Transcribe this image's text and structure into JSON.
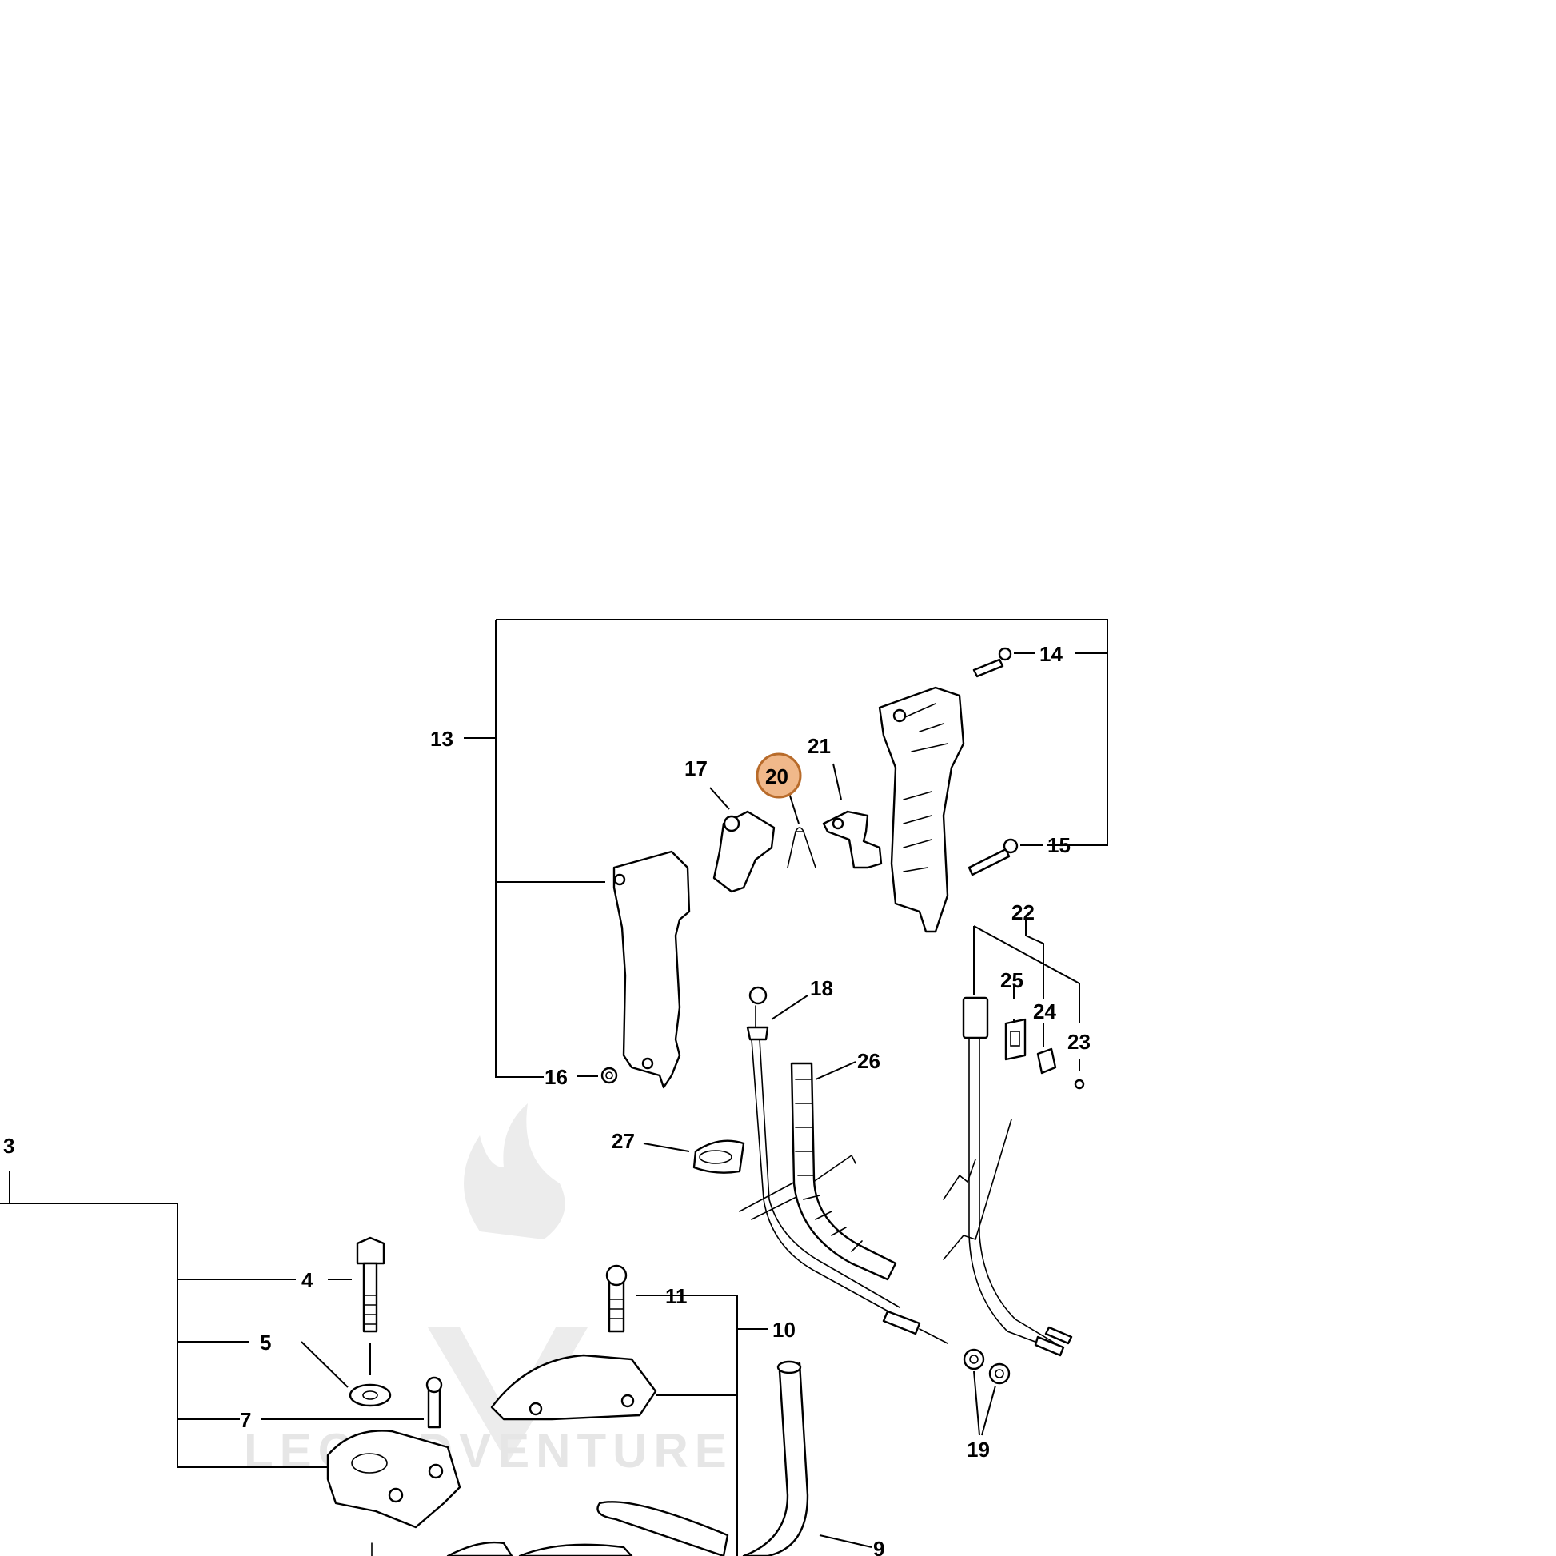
{
  "watermark": {
    "text": "LEC ADVENTURE",
    "color": "#e6e6e6"
  },
  "highlight": {
    "color": "#f0b88a",
    "border": "#b86b2a"
  },
  "callouts": {
    "c3": "3",
    "c4": "4",
    "c5": "5",
    "c7": "7",
    "c9": "9",
    "c10": "10",
    "c11": "11",
    "c13": "13",
    "c14": "14",
    "c15": "15",
    "c16": "16",
    "c17": "17",
    "c18": "18",
    "c19": "19",
    "c20": "20",
    "c21": "21",
    "c22": "22",
    "c23": "23",
    "c24": "24",
    "c25": "25",
    "c26": "26",
    "c27": "27"
  }
}
